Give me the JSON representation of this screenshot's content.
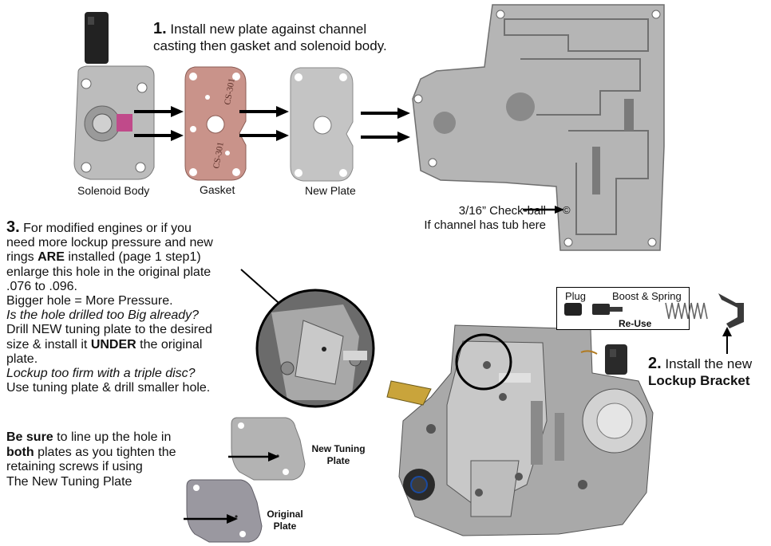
{
  "step1": {
    "num": "1.",
    "line1": "Install new plate against channel",
    "line2": "casting then gasket and solenoid body."
  },
  "labels": {
    "solenoid_body": "Solenoid Body",
    "gasket": "Gasket",
    "new_plate": "New Plate",
    "check_ball_line1": "3/16” Check-ball",
    "check_ball_line2": "If channel has tub here",
    "check_ball_mark": "©"
  },
  "gasket_stamp": {
    "top": "CS-301",
    "bottom": "CS-301"
  },
  "step3": {
    "num": "3.",
    "l1": "For modified engines or if you",
    "l2": "need more lockup pressure and new",
    "l3a": "rings ",
    "l3b": "ARE",
    "l3c": " installed (page 1 step1)",
    "l4": "enlarge this hole in the original plate",
    "l5": ".076 to .096.",
    "l6": "Bigger hole = More Pressure.",
    "l7": "Is the hole drilled too Big already?",
    "l8": "Drill NEW tuning plate to the desired",
    "l9a": "size & install it ",
    "l9b": "UNDER",
    "l9c": " the original",
    "l10": "plate.",
    "l11": "Lockup too firm with a triple disc?",
    "l12": "Use tuning plate & drill smaller hole."
  },
  "besure": {
    "l1a": "Be sure",
    "l1b": " to line up the hole in",
    "l2a": "both",
    "l2b": " plates as you tighten the",
    "l3": "retaining screws if using",
    "l4": "The New Tuning Plate"
  },
  "tuning_plates": {
    "new_l1": "New Tuning",
    "new_l2": "Plate",
    "orig_l1": "Original",
    "orig_l2": "Plate"
  },
  "inset": {
    "plug": "Plug",
    "boost": "Boost & Spring",
    "reuse": "Re-Use"
  },
  "step2": {
    "num": "2.",
    "l1": "Install the new",
    "l2": "Lockup Bracket"
  },
  "colors": {
    "metal": "#bdbdbd",
    "metal_dark": "#8a8a8a",
    "gasket": "#c9938a",
    "ink": "#111111"
  }
}
